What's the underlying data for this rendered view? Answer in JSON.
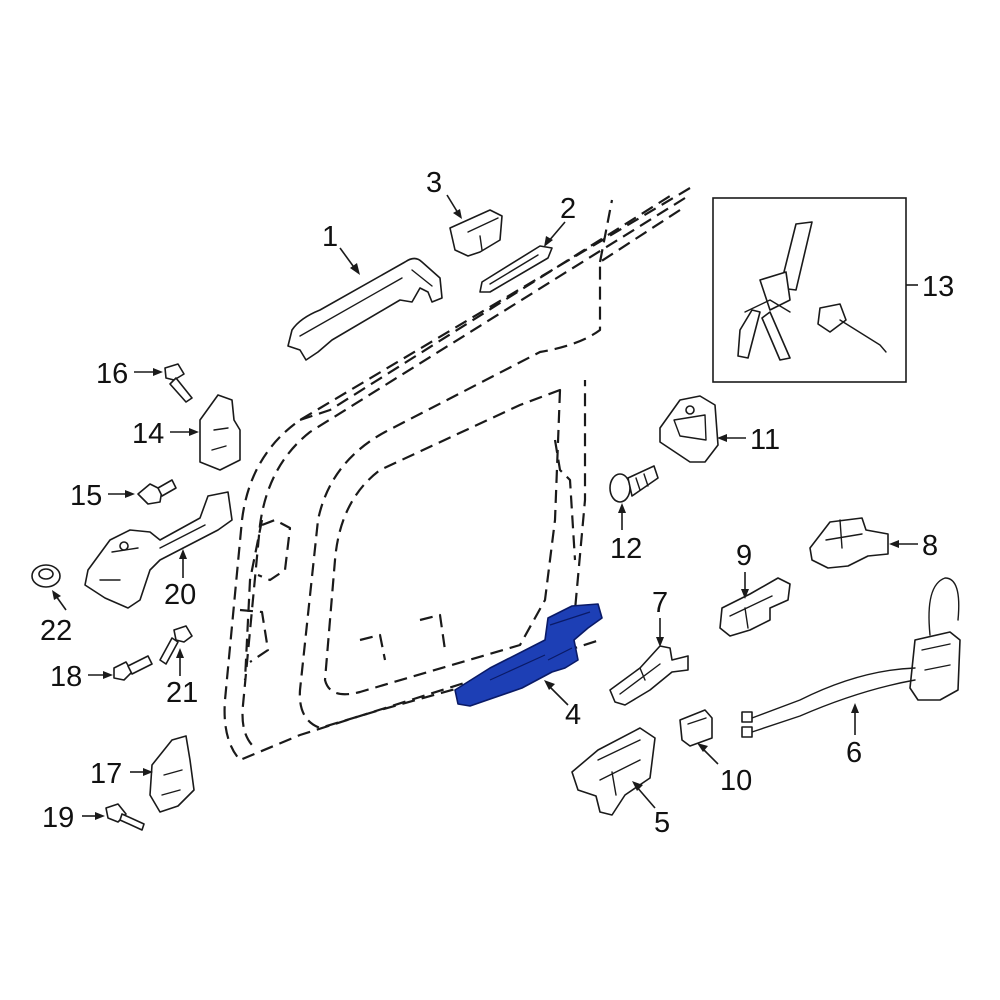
{
  "diagram": {
    "highlight_color": "#1d3fb5",
    "callouts": [
      {
        "id": "1",
        "text": "1"
      },
      {
        "id": "2",
        "text": "2"
      },
      {
        "id": "3",
        "text": "3"
      },
      {
        "id": "4",
        "text": "4"
      },
      {
        "id": "5",
        "text": "5"
      },
      {
        "id": "6",
        "text": "6"
      },
      {
        "id": "7",
        "text": "7"
      },
      {
        "id": "8",
        "text": "8"
      },
      {
        "id": "9",
        "text": "9"
      },
      {
        "id": "10",
        "text": "10"
      },
      {
        "id": "11",
        "text": "11"
      },
      {
        "id": "12",
        "text": "12"
      },
      {
        "id": "13",
        "text": "13"
      },
      {
        "id": "14",
        "text": "14"
      },
      {
        "id": "15",
        "text": "15"
      },
      {
        "id": "16",
        "text": "16"
      },
      {
        "id": "17",
        "text": "17"
      },
      {
        "id": "18",
        "text": "18"
      },
      {
        "id": "19",
        "text": "19"
      },
      {
        "id": "20",
        "text": "20"
      },
      {
        "id": "21",
        "text": "21"
      },
      {
        "id": "22",
        "text": "22"
      }
    ],
    "highlighted_part": "4"
  }
}
